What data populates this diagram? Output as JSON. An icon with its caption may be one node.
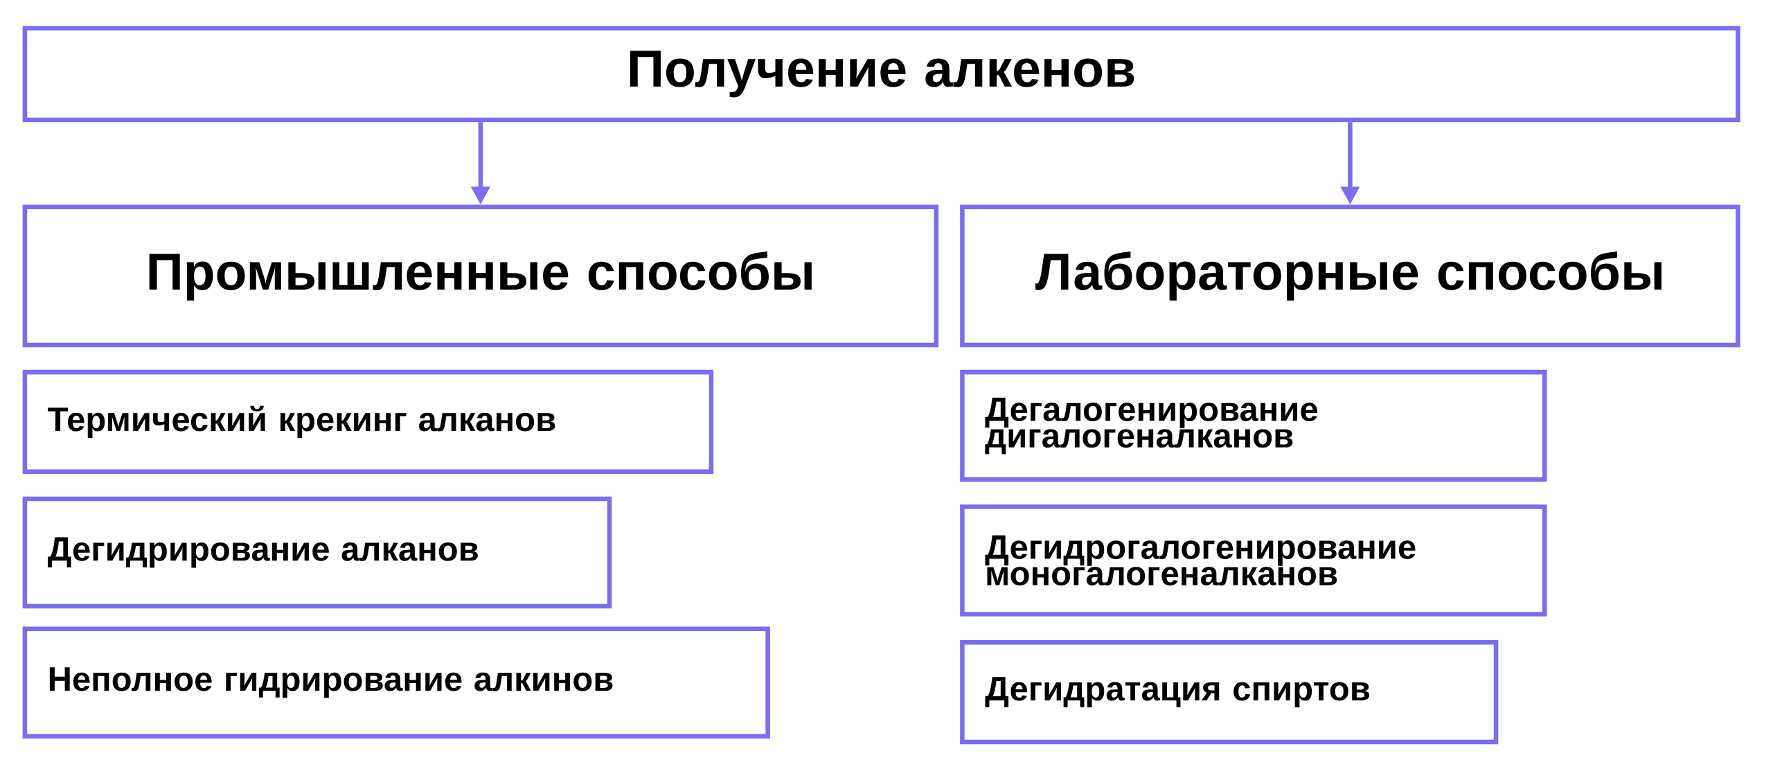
{
  "diagram": {
    "nodes": [
      {
        "text": [
          "Получение алкенов"
        ]
      },
      {
        "text": [
          "Промышленные способы"
        ]
      },
      {
        "text": [
          "Лабораторные способы"
        ]
      },
      {
        "text": [
          "Термический крекинг алканов"
        ]
      },
      {
        "text": [
          "Дегидрирование алканов"
        ]
      },
      {
        "text": [
          "Неполное гидрирование алкинов"
        ]
      },
      {
        "text": [
          "Дегалогенирование дигалогеналканов"
        ]
      },
      {
        "text": [
          "Дегидрогалогенирование моногалогеналканов"
        ]
      },
      {
        "text": [
          "Дегидратация спиртов"
        ]
      }
    ],
    "edges": [
      {
        "from": 0,
        "to": 1,
        "arrow": "to"
      },
      {
        "from": 0,
        "to": 2,
        "arrow": "to"
      }
    ]
  }
}
